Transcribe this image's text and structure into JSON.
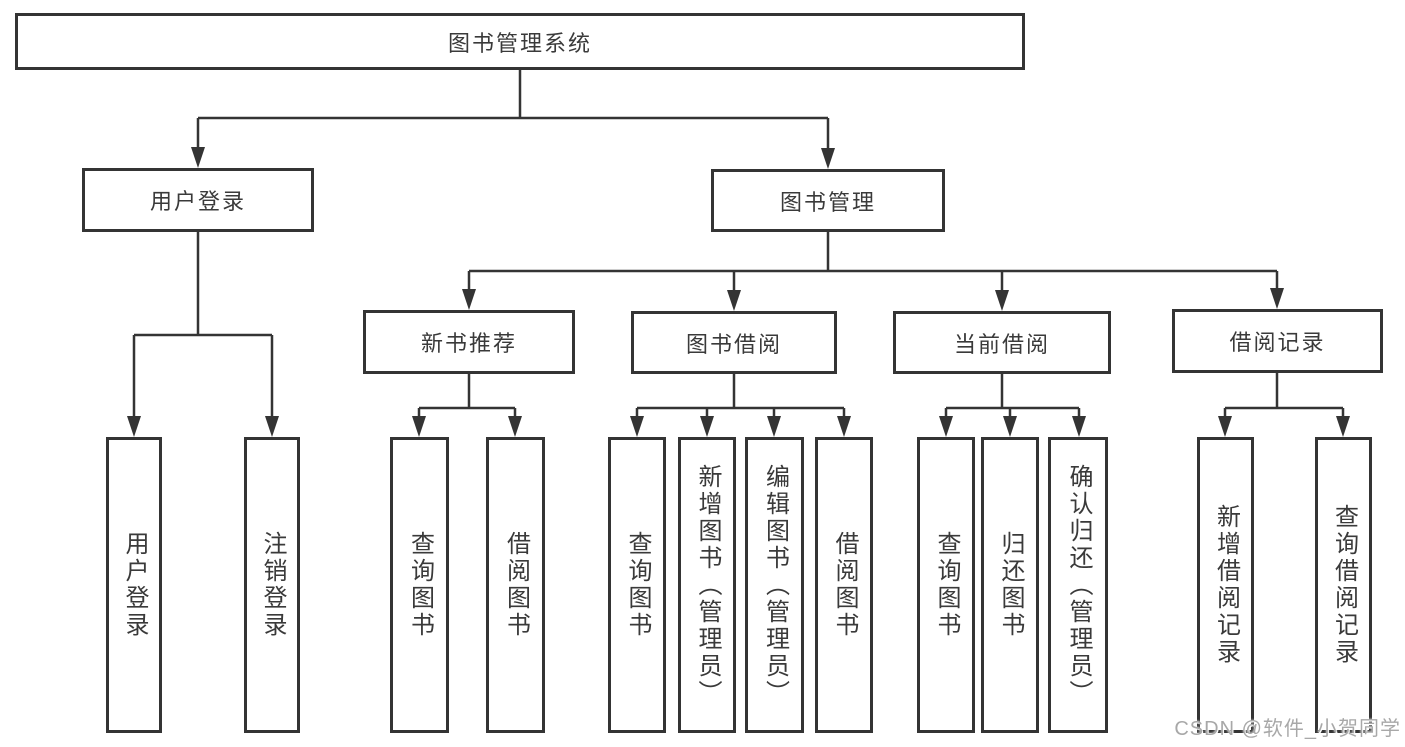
{
  "diagram_title": "图书管理系统",
  "nodes": {
    "root": "图书管理系统",
    "user_login": "用户登录",
    "book_management": "图书管理",
    "new_book_recommend": "新书推荐",
    "book_borrow": "图书借阅",
    "current_borrow": "当前借阅",
    "borrow_record": "借阅记录",
    "leaf_user_login": "用户登录",
    "leaf_logout": "注销登录",
    "leaf_recommend_query_book": "查询图书",
    "leaf_recommend_borrow_book": "借阅图书",
    "leaf_borrow_query_book": "查询图书",
    "leaf_borrow_add_book": "新增图书（管理员）",
    "leaf_borrow_edit_book": "编辑图书（管理员）",
    "leaf_borrow_borrow_book": "借阅图书",
    "leaf_current_query_book": "查询图书",
    "leaf_current_return_book": "归还图书",
    "leaf_current_confirm_return": "确认归还（管理员）",
    "leaf_record_add": "新增借阅记录",
    "leaf_record_query": "查询借阅记录"
  },
  "watermark": "CSDN @软件_小贺同学",
  "colors": {
    "line": "#343434",
    "text": "#3a3a3a",
    "watermark": "#a8a8a8",
    "background": "#ffffff"
  }
}
